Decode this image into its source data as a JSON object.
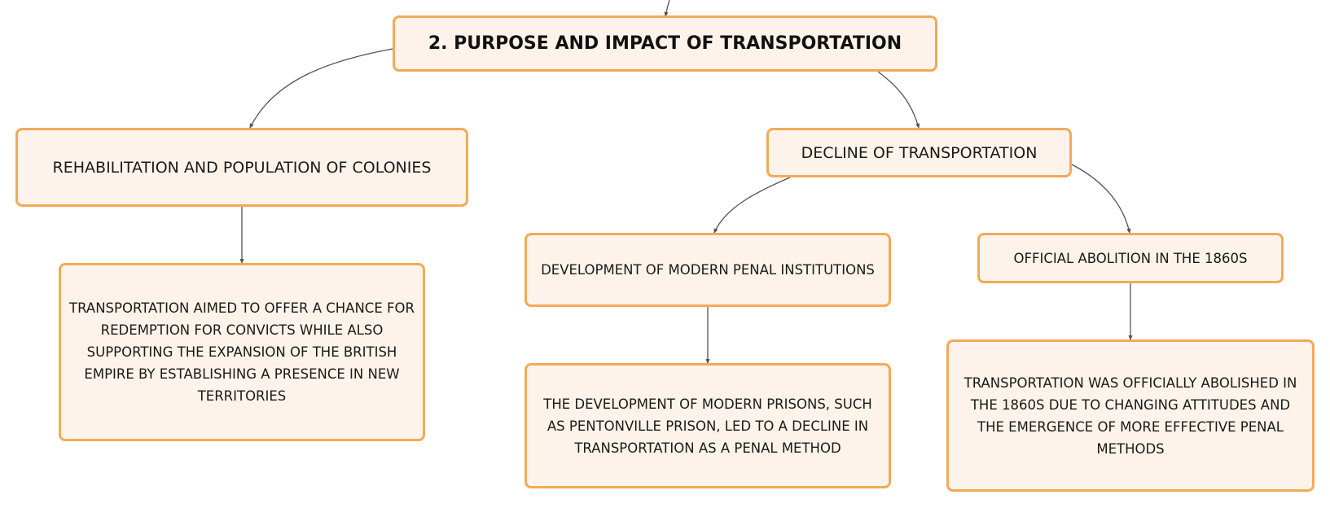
{
  "diagram": {
    "root": {
      "label": "2. PURPOSE AND IMPACT OF TRANSPORTATION"
    },
    "branches": [
      {
        "label": "REHABILITATION AND POPULATION OF COLONIES",
        "children": [
          {
            "label": "TRANSPORTATION AIMED TO OFFER A CHANCE FOR REDEMPTION FOR CONVICTS WHILE ALSO SUPPORTING THE EXPANSION OF THE BRITISH EMPIRE BY ESTABLISHING A PRESENCE IN NEW TERRITORIES"
          }
        ]
      },
      {
        "label": "DECLINE OF TRANSPORTATION",
        "children": [
          {
            "label": "DEVELOPMENT OF MODERN PENAL INSTITUTIONS",
            "children": [
              {
                "label": "THE DEVELOPMENT OF MODERN PRISONS, SUCH AS PENTONVILLE PRISON, LED TO A DECLINE IN TRANSPORTATION AS A PENAL METHOD"
              }
            ]
          },
          {
            "label": "OFFICIAL ABOLITION IN THE 1860S",
            "children": [
              {
                "label": "TRANSPORTATION WAS OFFICIALLY ABOLISHED IN THE 1860S DUE TO CHANGING ATTITUDES AND THE EMERGENCE OF MORE EFFECTIVE PENAL METHODS"
              }
            ]
          }
        ]
      }
    ],
    "colors": {
      "node_fill": "#fdf3ea",
      "node_border": "#f2aa57",
      "connector": "#555555",
      "text": "#1a1a1a"
    }
  }
}
